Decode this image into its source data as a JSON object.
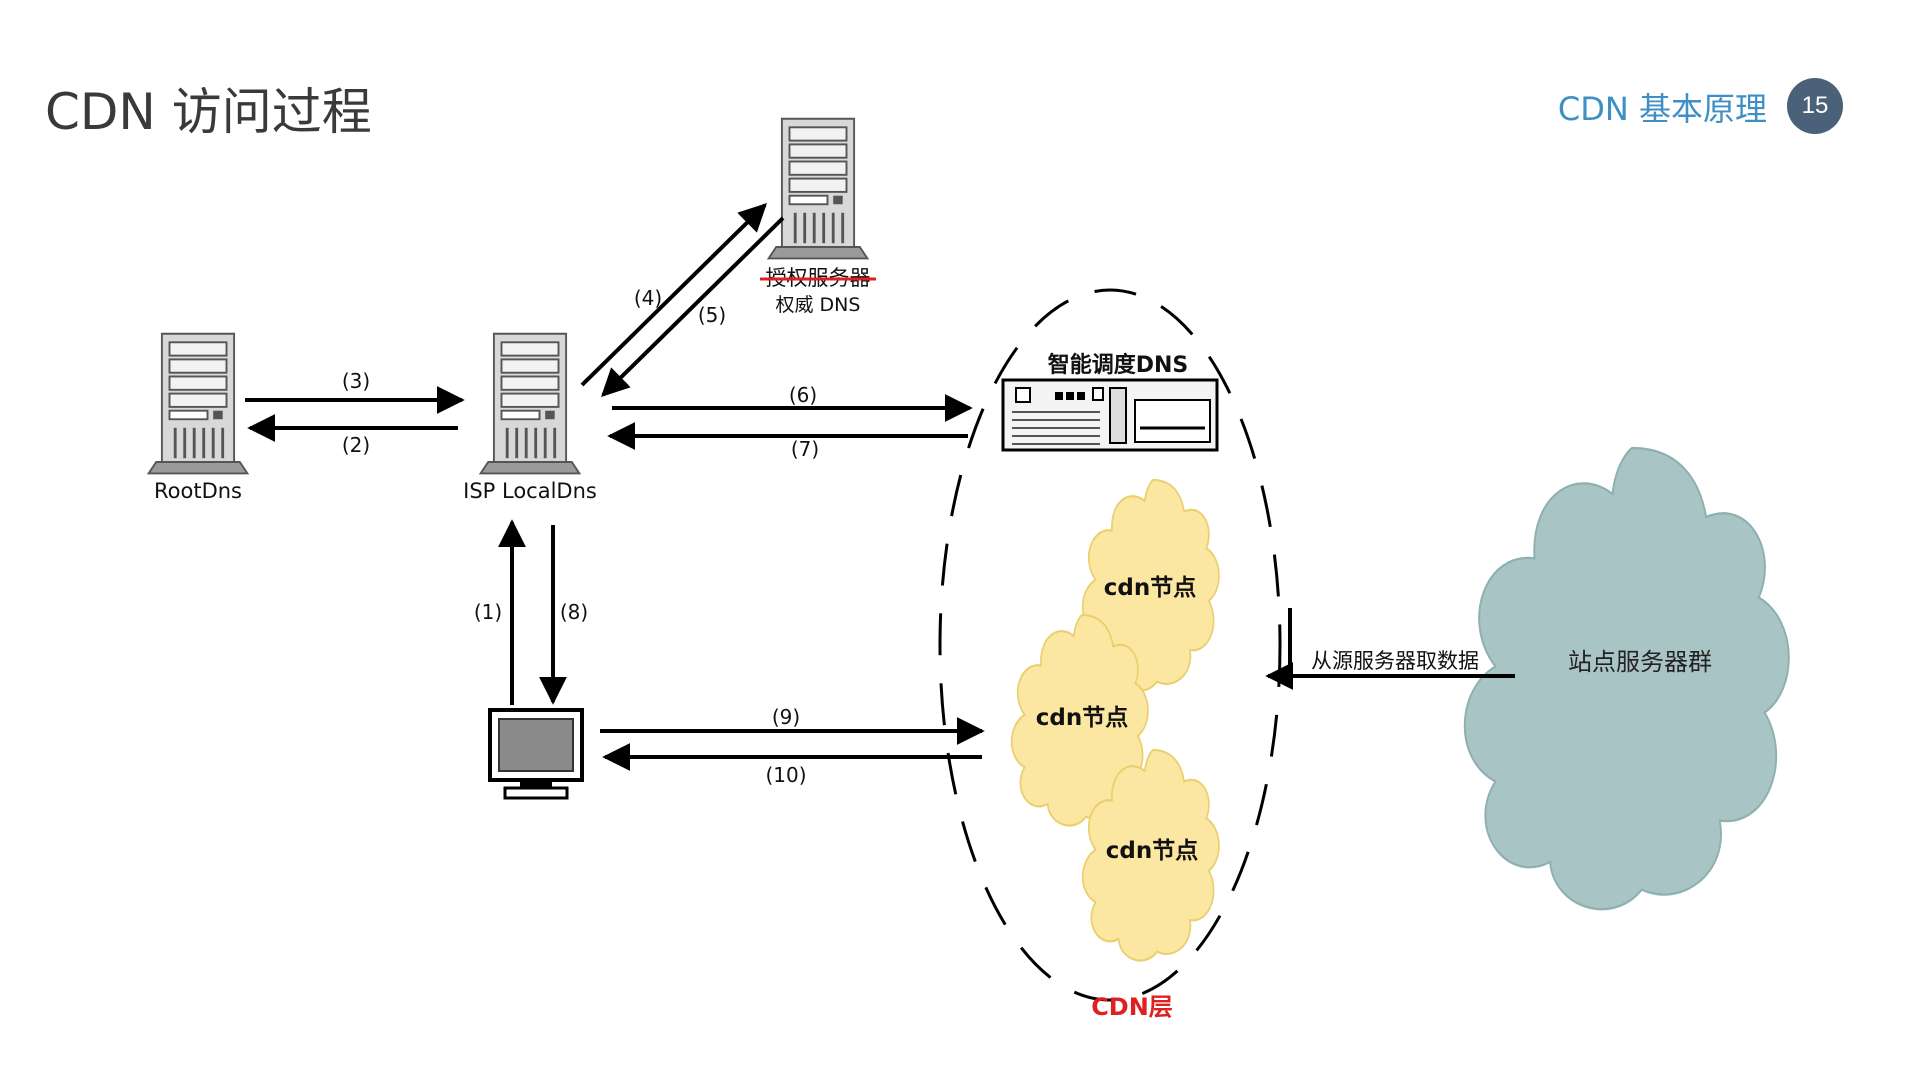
{
  "slide": {
    "title": "CDN 访问过程",
    "section": "CDN 基本原理",
    "page_number": "15"
  },
  "nodes": {
    "root_dns": "RootDns",
    "isp_local_dns": "ISP LocalDns",
    "auth_server_struck": "授权服务器",
    "auth_dns": "权威 DNS",
    "smart_dns": "智能调度DNS",
    "cdn_node": "cdn节点",
    "cdn_layer": "CDN层",
    "site_cluster": "站点服务器群",
    "fetch_origin": "从源服务器取数据"
  },
  "steps": {
    "s1": "(1)",
    "s2": "(2)",
    "s3": "(3)",
    "s4": "(4)",
    "s5": "(5)",
    "s6": "(6)",
    "s7": "(7)",
    "s8": "(8)",
    "s9": "(9)",
    "s10": "(10)"
  },
  "colors": {
    "title": "#3a3a3a",
    "accent": "#3d8fc4",
    "badge": "#4a6179",
    "cdn_cloud": "#fbe7a1",
    "site_cloud": "#a9c4c4",
    "cdn_layer_text": "#e02020",
    "strike": "#e02020"
  }
}
